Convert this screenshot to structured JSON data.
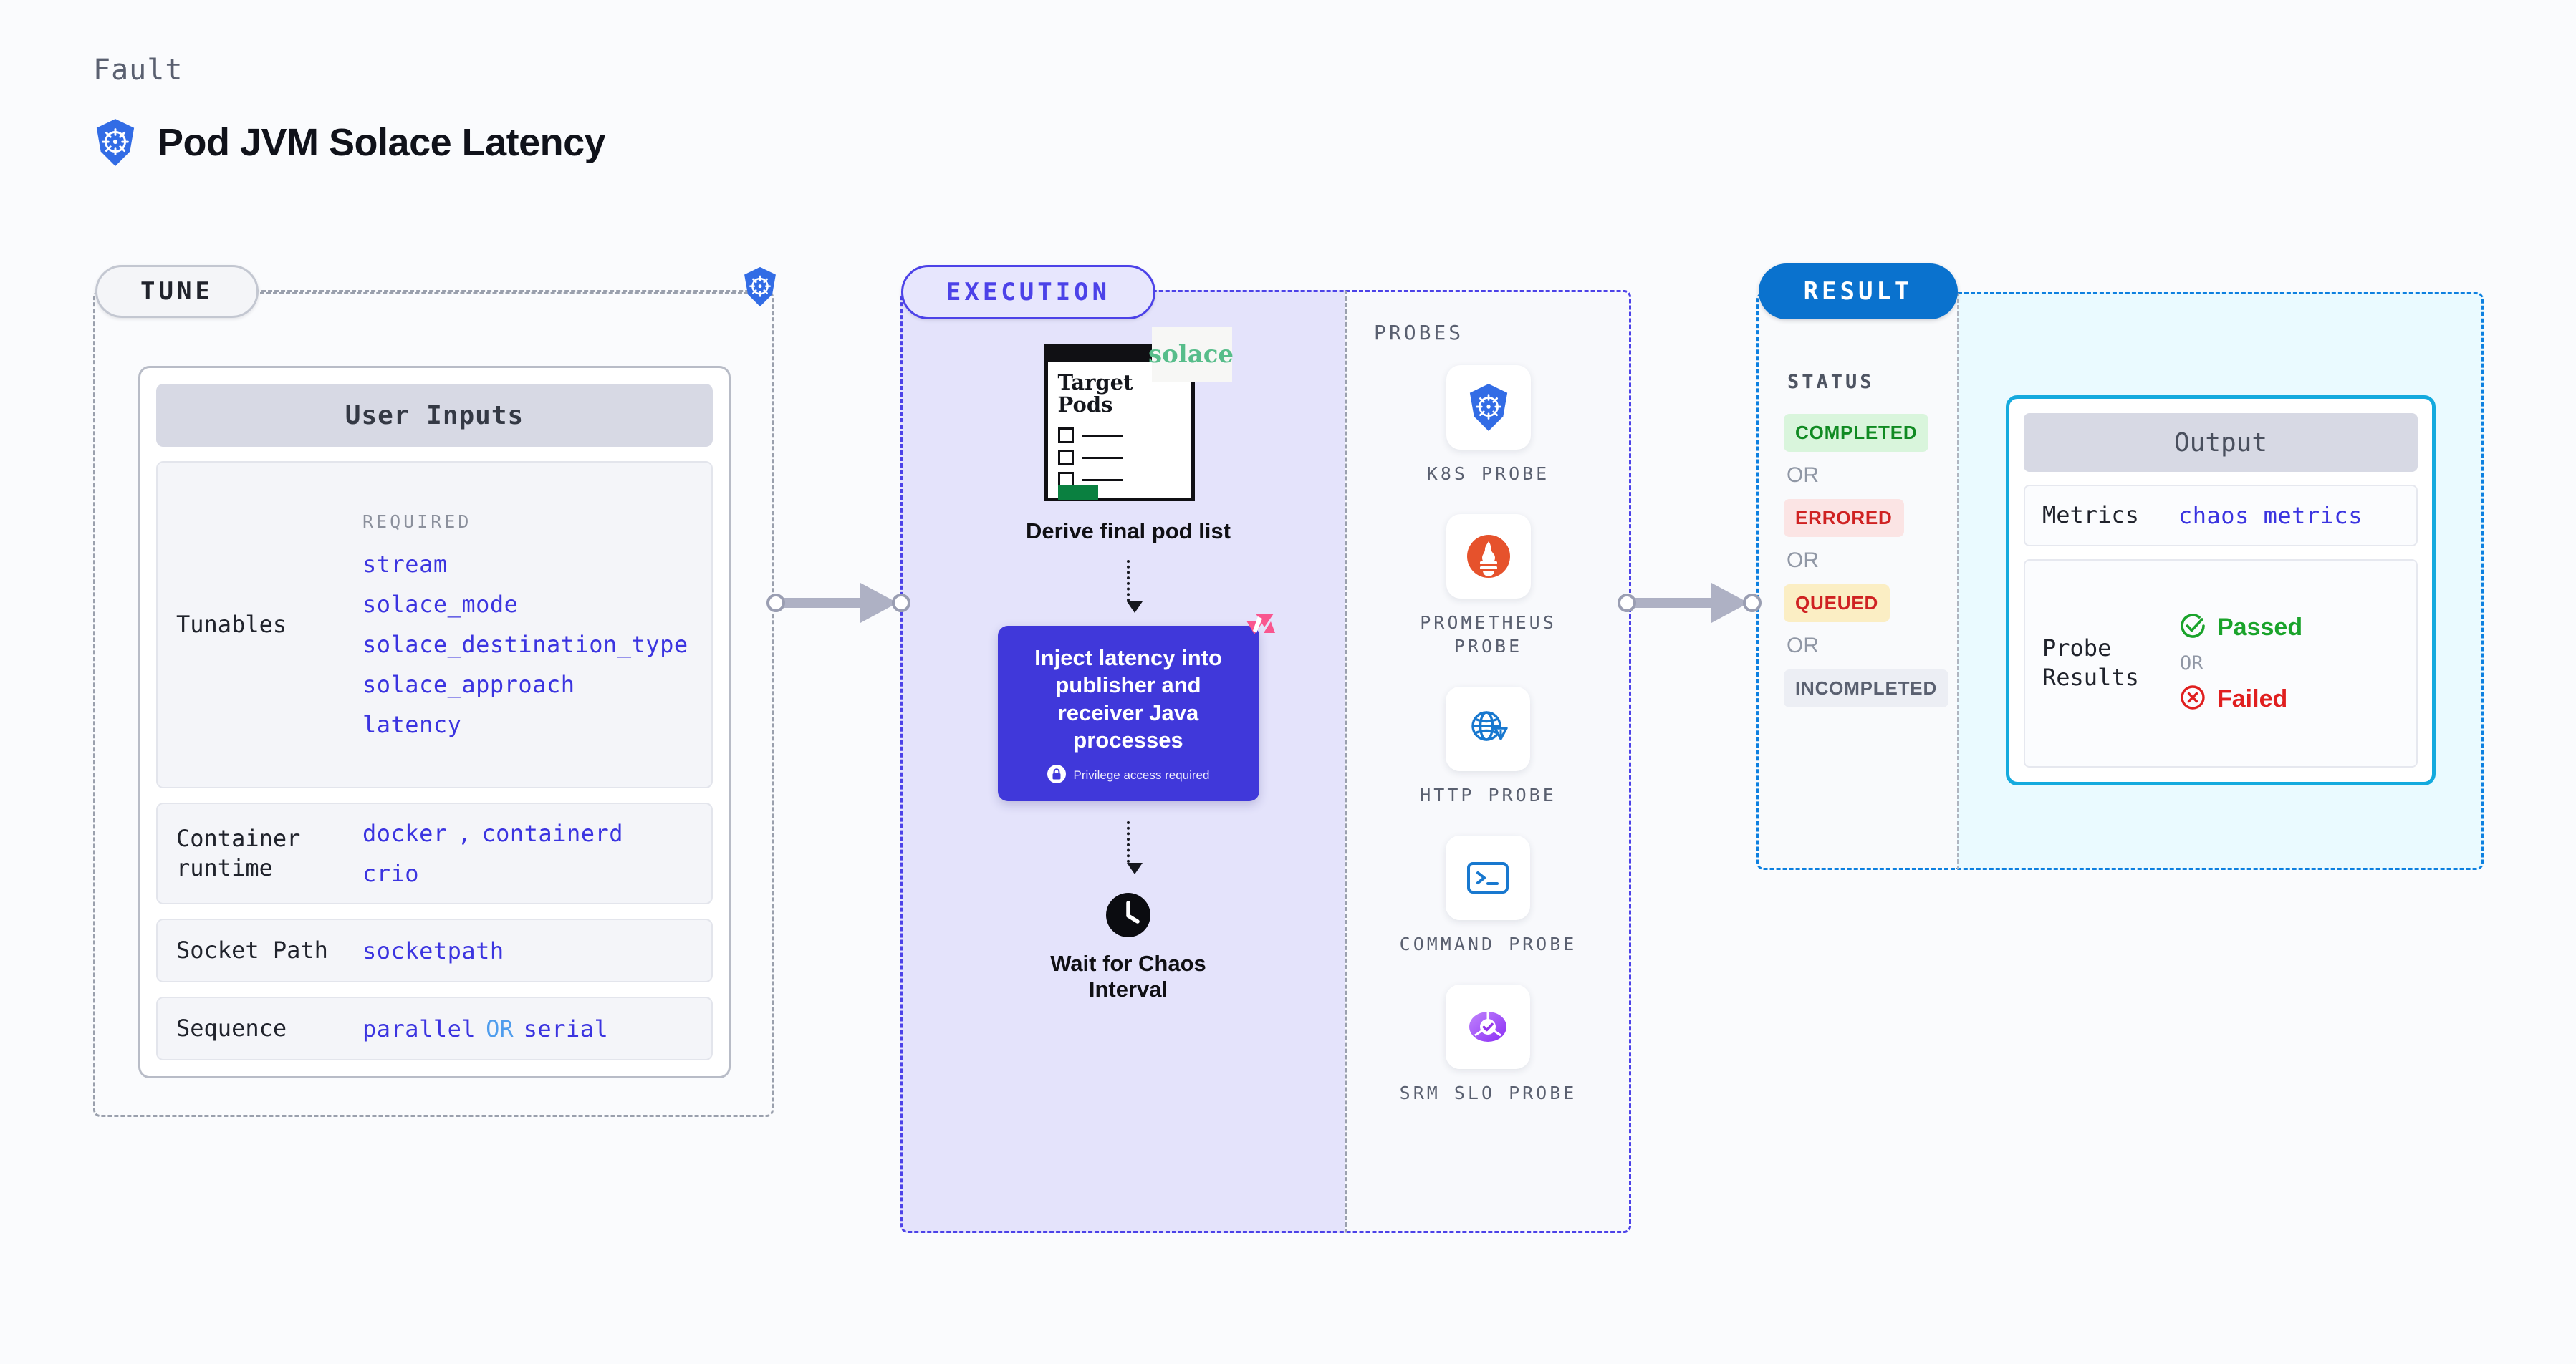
{
  "header": {
    "kicker": "Fault",
    "title": "Pod JVM Solace Latency",
    "icon": "kubernetes-icon"
  },
  "tune": {
    "pill_label": "TUNE",
    "badge_icon": "kubernetes-icon",
    "card_title": "User Inputs",
    "tunables": {
      "label": "Tunables",
      "required_heading": "REQUIRED",
      "items": [
        "stream",
        "solace_mode",
        "solace_destination_type",
        "solace_approach",
        "latency"
      ]
    },
    "container_runtime": {
      "label": "Container runtime",
      "values": [
        "docker",
        "containerd",
        "crio"
      ],
      "separator": ","
    },
    "socket_path": {
      "label": "Socket Path",
      "value": "socketpath"
    },
    "sequence": {
      "label": "Sequence",
      "value_a": "parallel",
      "operator": "OR",
      "value_b": "serial"
    }
  },
  "execution": {
    "pill_label": "EXECUTION",
    "doc": {
      "title_line1": "Target",
      "title_line2": "Pods",
      "logo_text": "solace"
    },
    "step1_caption": "Derive final pod list",
    "inject": {
      "text": "Inject latency into publisher and receiver Java processes",
      "privilege_note": "Privilege access required",
      "lock_icon": "lock-icon",
      "corner_icon": "harness-logo-icon"
    },
    "wait": {
      "icon": "clock-icon",
      "caption_line1": "Wait for Chaos",
      "caption_line2": "Interval"
    }
  },
  "probes": {
    "title": "PROBES",
    "items": [
      {
        "icon": "kubernetes-icon",
        "label": "K8S PROBE"
      },
      {
        "icon": "prometheus-icon",
        "label": "PROMETHEUS PROBE"
      },
      {
        "icon": "http-globe-icon",
        "label": "HTTP PROBE"
      },
      {
        "icon": "terminal-icon",
        "label": "COMMAND PROBE"
      },
      {
        "icon": "srm-slo-icon",
        "label": "SRM SLO PROBE"
      }
    ]
  },
  "result": {
    "pill_label": "RESULT",
    "status_title": "STATUS",
    "or_label": "OR",
    "statuses": [
      {
        "label": "COMPLETED",
        "color": "#108a22",
        "bg": "#d9f5dc"
      },
      {
        "label": "ERRORED",
        "color": "#cf2222",
        "bg": "#fbe4e4"
      },
      {
        "label": "QUEUED",
        "color": "#cf2222",
        "bg": "#fbeec4"
      },
      {
        "label": "INCOMPLETED",
        "color": "#5a6070",
        "bg": "#eceef4"
      }
    ],
    "output": {
      "title": "Output",
      "metrics": {
        "label": "Metrics",
        "value": "chaos metrics"
      },
      "probe_results": {
        "label": "Probe Results",
        "passed": "Passed",
        "or_label": "OR",
        "failed": "Failed",
        "passed_icon": "check-circle-icon",
        "failed_icon": "x-circle-icon"
      }
    }
  },
  "colors": {
    "accent_purple": "#4c42e8",
    "accent_blue": "#0a72ce",
    "accent_cyan": "#14aade",
    "mono_blue": "#3b34e0",
    "success": "#1aa32b",
    "danger": "#e01f1f"
  }
}
